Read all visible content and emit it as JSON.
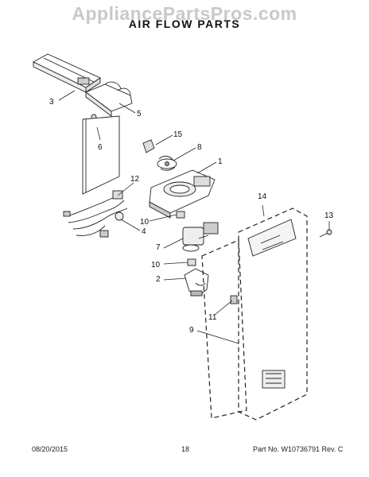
{
  "watermark": "AppliancePartsPros.com",
  "title": "AIR FLOW PARTS",
  "callouts": {
    "c1": "1",
    "c2": "2",
    "c3": "3",
    "c4": "4",
    "c5": "5",
    "c6": "6",
    "c7": "7",
    "c8": "8",
    "c9": "9",
    "c10a": "10",
    "c10b": "10",
    "c11": "11",
    "c12": "12",
    "c13": "13",
    "c14": "14",
    "c15": "15"
  },
  "footer": {
    "date": "08/20/2015",
    "page": "18",
    "part_no": "Part No.  W10736791  Rev. C"
  }
}
